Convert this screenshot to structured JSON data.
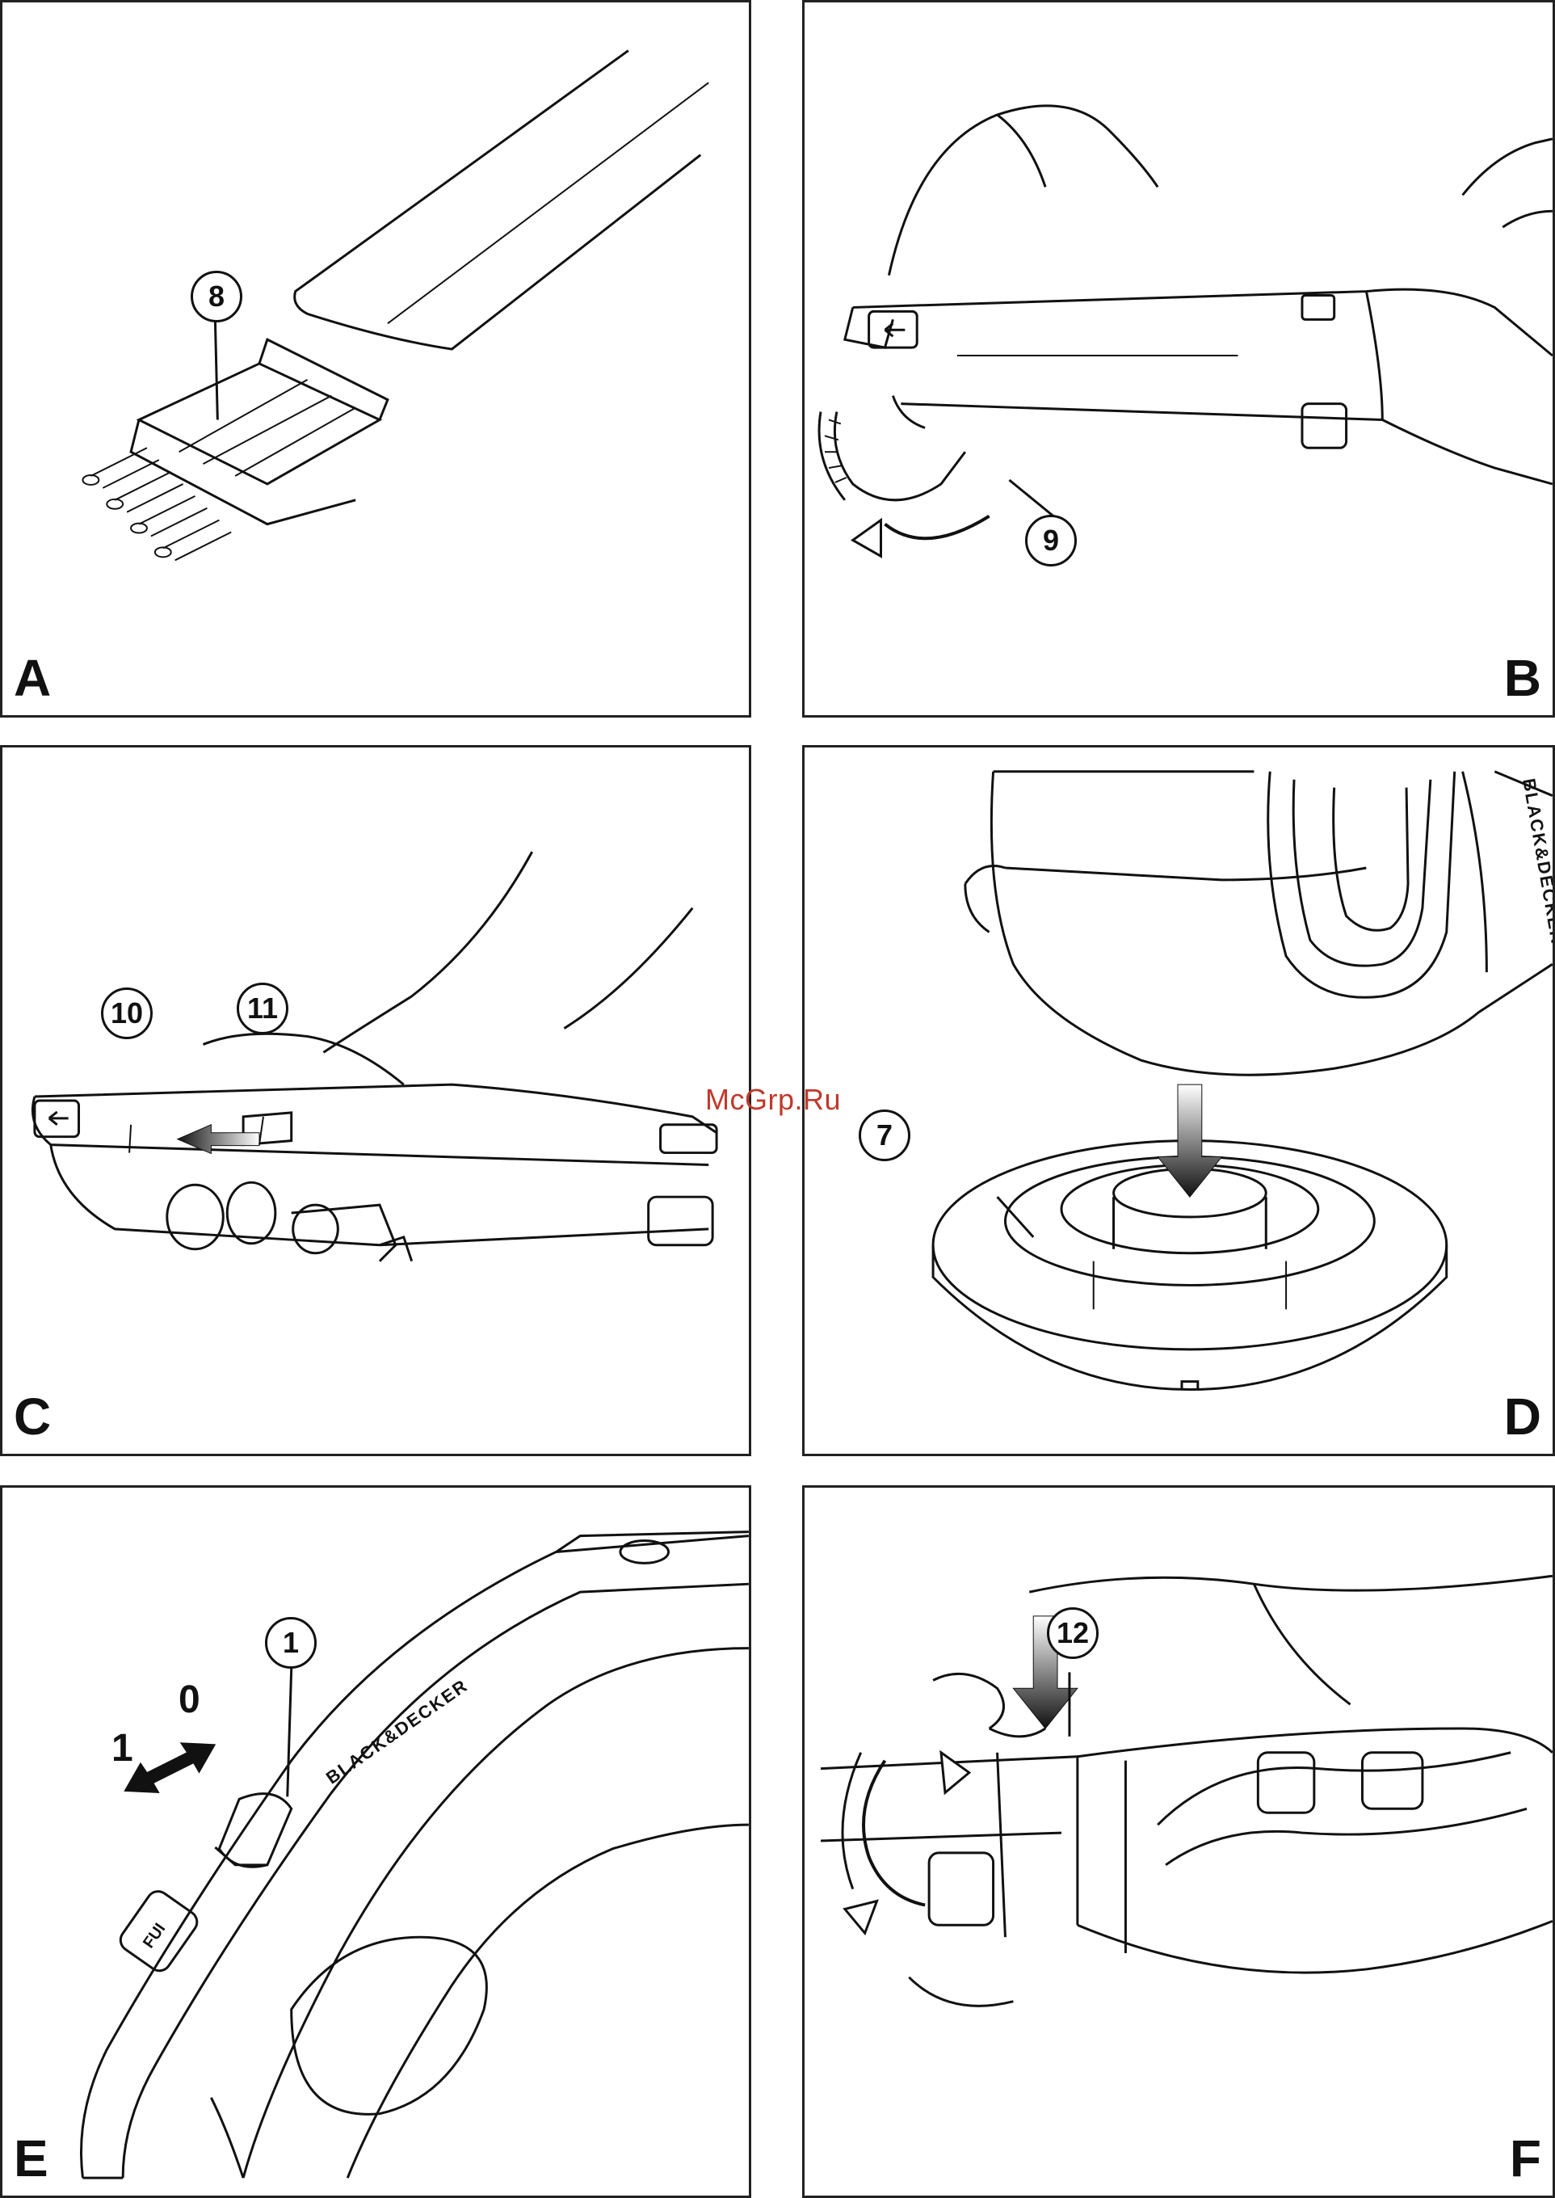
{
  "panels": {
    "a": {
      "letter": "A",
      "callouts": [
        "8"
      ]
    },
    "b": {
      "letter": "B",
      "callouts": [
        "9"
      ]
    },
    "c": {
      "letter": "C",
      "callouts": [
        "10",
        "11"
      ]
    },
    "d": {
      "letter": "D",
      "callouts": [
        "7"
      ],
      "brand": "BLACK&DECKER"
    },
    "e": {
      "letter": "E",
      "callouts": [
        "1"
      ],
      "switch_labels": [
        "0",
        "1"
      ],
      "brand": "BLACK&DECKER",
      "button_text": "FUI"
    },
    "f": {
      "letter": "F",
      "callouts": [
        "12"
      ]
    }
  },
  "watermark": "McGrp.Ru",
  "colors": {
    "line": "#111111",
    "watermark": "#c0392b",
    "background": "#ffffff"
  }
}
